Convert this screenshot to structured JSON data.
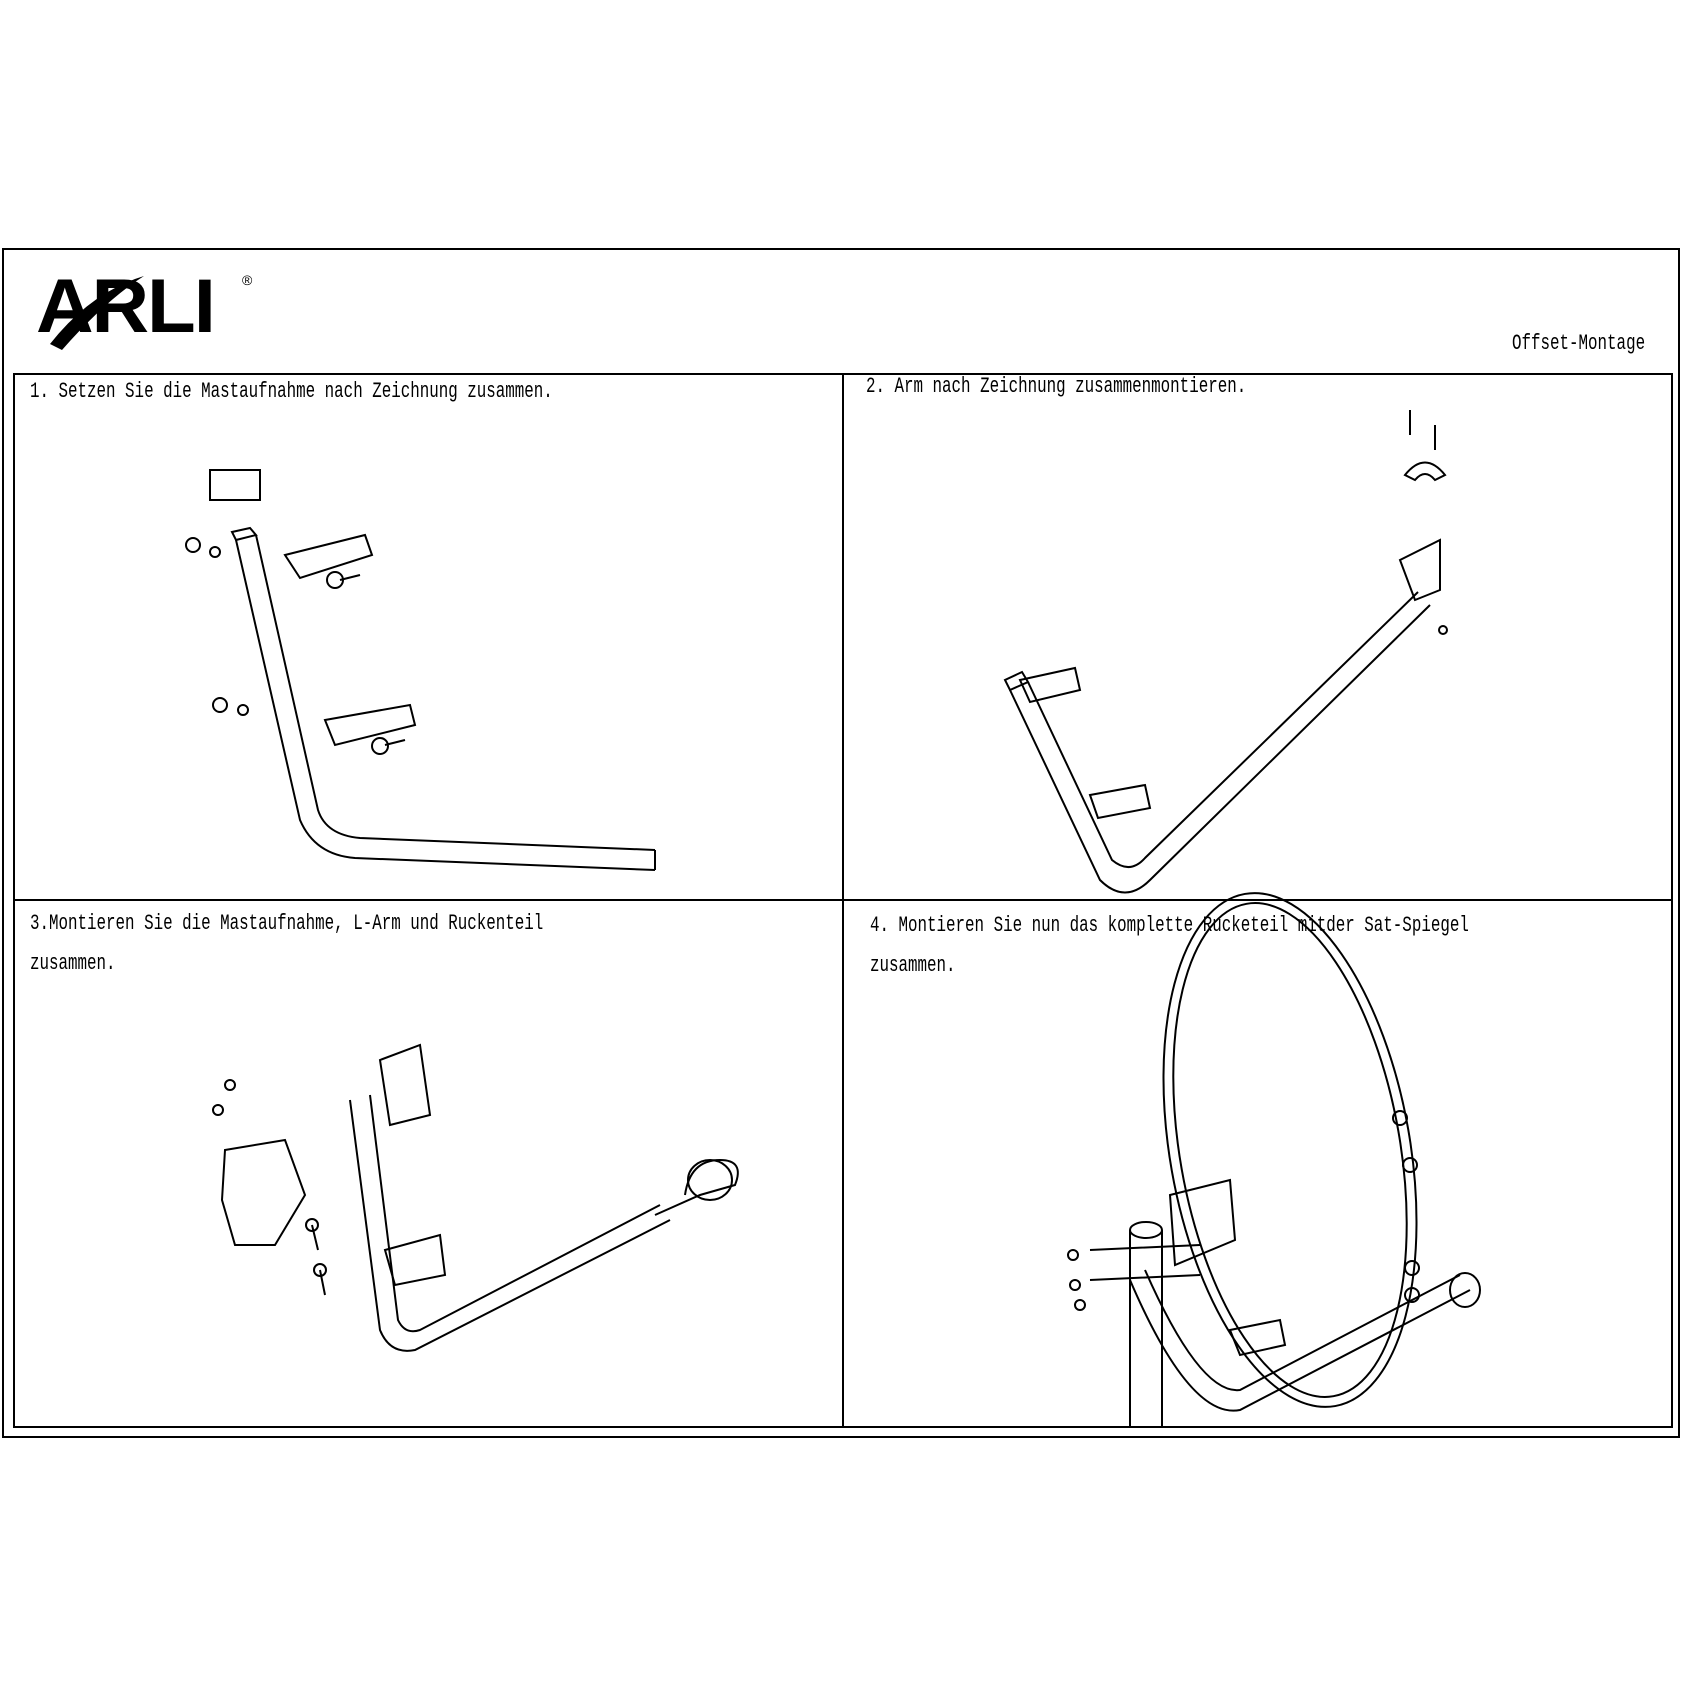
{
  "header": {
    "brand": "ARLI",
    "registered_mark": "®",
    "title": "Offset-Montage"
  },
  "steps": [
    {
      "line1": "1. Setzen Sie die Mastaufnahme nach Zeichnung zusammen."
    },
    {
      "line1": "2. Arm nach Zeichnung zusammenmontieren."
    },
    {
      "line1": "3.Montieren Sie die Mastaufnahme, L-Arm und Ruckenteil",
      "line2": "zusammen."
    },
    {
      "line1": "4. Montieren Sie nun das komplette Rucketeil mitder Sat-Spiegel",
      "line2": "zusammen."
    }
  ]
}
